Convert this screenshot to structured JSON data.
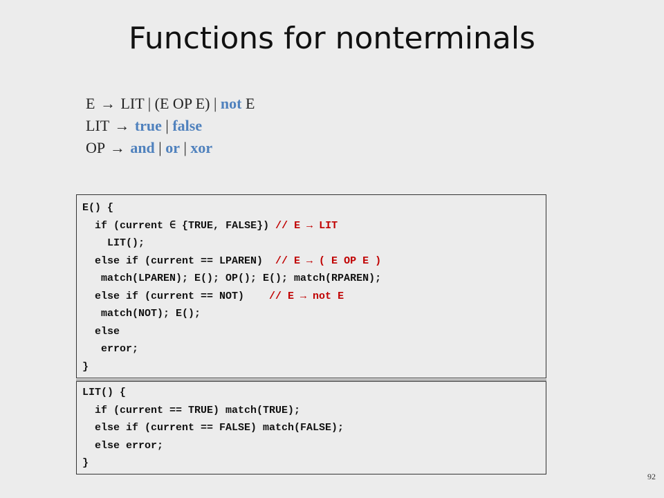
{
  "title": "Functions for nonterminals",
  "grammar": {
    "rule1": {
      "lhs": "E",
      "arrow": "→",
      "rest1": "LIT | (E OP E) |",
      "kw1": "not",
      "rest2": "E"
    },
    "rule2": {
      "lhs": "LIT",
      "arrow": "→",
      "kw1": "true",
      "sep1": "|",
      "kw2": "false"
    },
    "rule3": {
      "lhs": "OP",
      "arrow": "→",
      "kw1": "and",
      "sep1": "|",
      "kw2": "or",
      "sep2": "|",
      "kw3": "xor"
    }
  },
  "code_e": {
    "l1": "E() {",
    "l2": "  if (current ∈ {TRUE, FALSE}) ",
    "l2c": "// E → LIT",
    "l3": "    LIT();",
    "l4": "  else if (current == LPAREN)  ",
    "l4c": "// E → ( E OP E )",
    "l5": "   match(LPAREN); E(); OP(); E(); match(RPAREN);",
    "l6": "  else if (current == NOT)    ",
    "l6c": "// E → not E",
    "l7": "   match(NOT); E();",
    "l8": "  else",
    "l9": "   error;",
    "l10": "}"
  },
  "code_lit": {
    "l1": "LIT() {",
    "l2": "  if (current == TRUE) match(TRUE);",
    "l3": "  else if (current == FALSE) match(FALSE);",
    "l4": "  else error;",
    "l5": "}"
  },
  "page_number": "92"
}
